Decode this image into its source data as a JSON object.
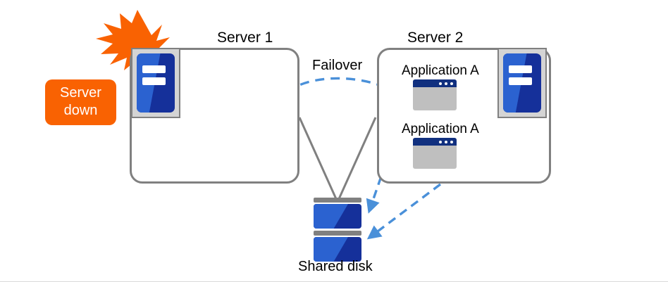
{
  "diagram": {
    "title_server1": "Server 1",
    "title_server2": "Server 2",
    "failover_label": "Failover",
    "shared_disk_label": "Shared disk",
    "callout": {
      "line1": "Server",
      "line2": "down"
    },
    "applications": [
      {
        "label": "Application A"
      },
      {
        "label": "Application A"
      }
    ],
    "icons": {
      "server_machine": "server-icon",
      "application_window": "app-window-icon",
      "disk": "shared-disk-icon",
      "burst": "lightning-burst-icon",
      "failover_arrow": "curved-dashed-arrow-icon",
      "disk_access_arrow": "dashed-arrow-icon"
    },
    "colors": {
      "accent_orange": "#f96202",
      "blue_dark": "#15309a",
      "blue_light": "#2b62d0",
      "arrow_blue": "#4a90d9",
      "outline_gray": "#808080",
      "fill_gray": "#bfbfbf",
      "background": "#ffffff"
    }
  }
}
